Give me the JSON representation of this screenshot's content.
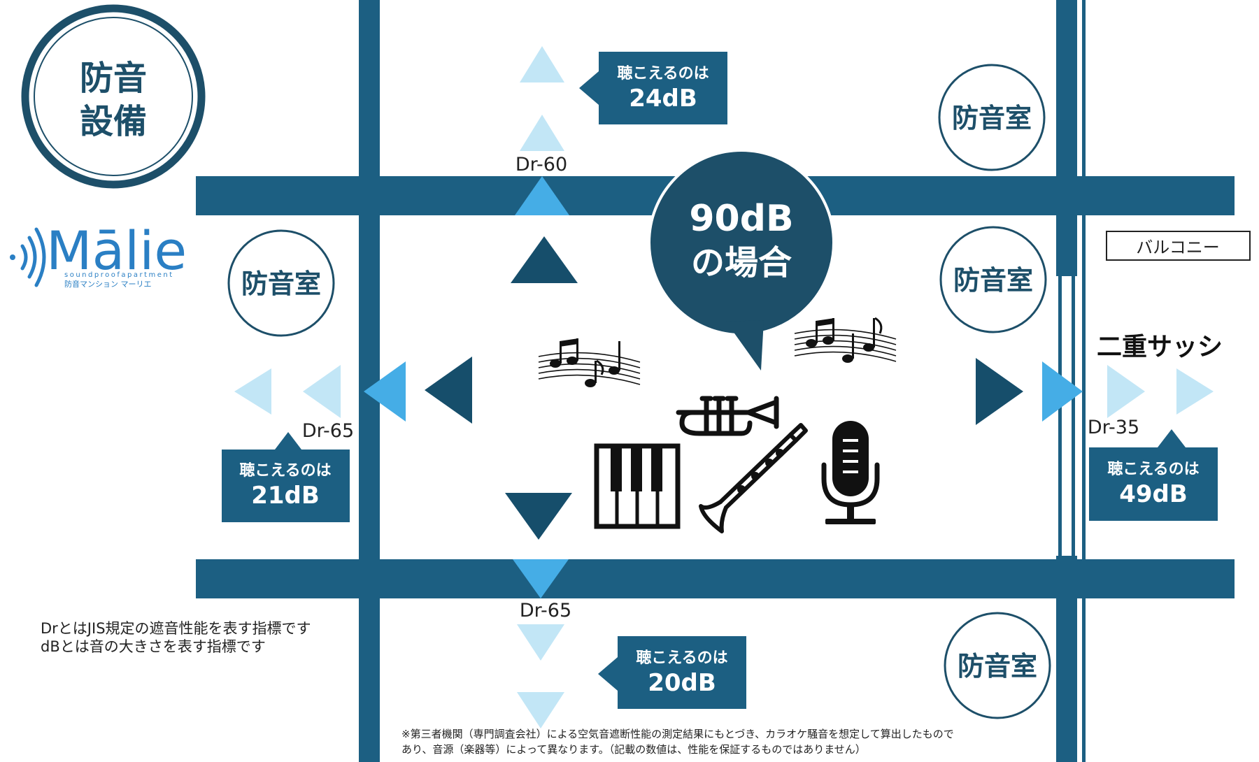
{
  "colors": {
    "wall": "#1c5f82",
    "dark_triangle": "#164e6b",
    "mid_triangle": "#45ade6",
    "light_triangle": "#c2e6f6",
    "callout": "#1c5f82",
    "text_dark": "#1d4f69",
    "icon": "#111111"
  },
  "badge": {
    "line1": "防音",
    "line2": "設備"
  },
  "logo": {
    "name": "Mālie",
    "tagline": "soundproofapartment",
    "subtitle": "防音マンション マーリエ"
  },
  "rooms": {
    "top_right": "防音室",
    "left": "防音室",
    "right": "防音室",
    "bottom_right": "防音室"
  },
  "center_bubble": {
    "line1": "90dB",
    "line2": "の場合"
  },
  "callouts": {
    "top": {
      "caption": "聴こえるのは",
      "value": "24dB"
    },
    "left": {
      "caption": "聴こえるのは",
      "value": "21dB"
    },
    "right": {
      "caption": "聴こえるのは",
      "value": "49dB"
    },
    "bottom": {
      "caption": "聴こえるのは",
      "value": "20dB"
    }
  },
  "ratings": {
    "top": "Dr-60",
    "left": "Dr-65",
    "right": "Dr-35",
    "bottom": "Dr-65"
  },
  "balcony_label": "バルコニー",
  "double_sash_label": "二重サッシ",
  "notes": {
    "line1": "DrとはJIS規定の遮音性能を表す指標です",
    "line2": "dBとは音の大きさを表す指標です"
  },
  "disclaimer": {
    "line1": "※第三者機関（専門調査会社）による空気音遮断性能の測定結果にもとづき、カラオケ騒音を想定して算出したもので",
    "line2": "あり、音源（楽器等）によって異なります。（記載の数値は、性能を保証するものではありません）"
  },
  "icons": [
    "music-notes-icon",
    "trumpet-icon",
    "piano-keys-icon",
    "clarinet-icon",
    "microphone-icon"
  ]
}
